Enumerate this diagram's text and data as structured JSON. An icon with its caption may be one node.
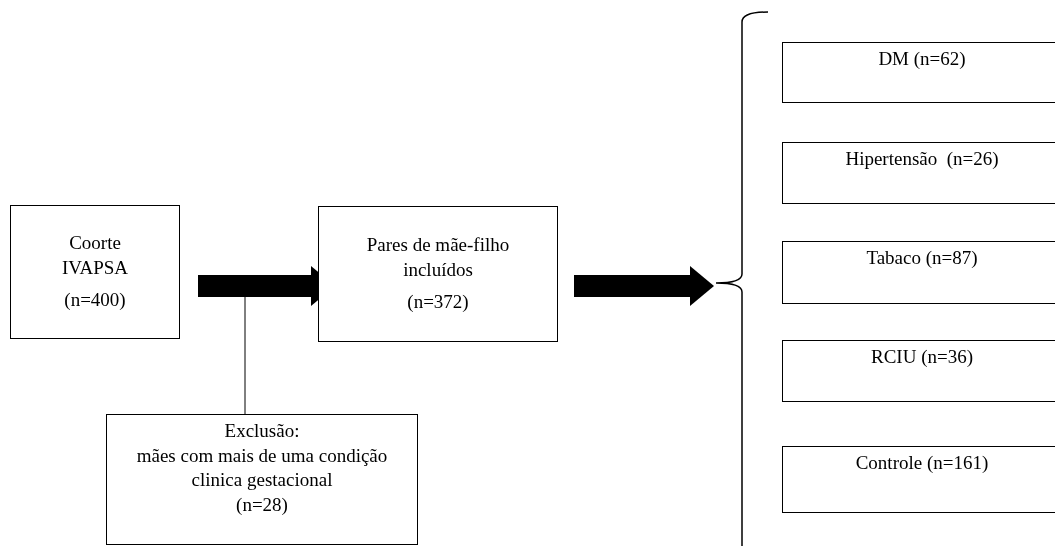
{
  "diagram": {
    "nodes": [
      {
        "text": [
          "Coorte IVAPSA",
          "(n=400)"
        ]
      },
      {
        "text": [
          "Pares de mãe-filho incluídos",
          "(n=372)"
        ]
      },
      {
        "text": [
          "Exclusão:",
          "mães com mais de uma condição clinica gestacional",
          "(n=28)"
        ]
      },
      {
        "text": [
          "DM (n=62)"
        ]
      },
      {
        "text": [
          "Hipertensão  (n=26)"
        ]
      },
      {
        "text": [
          "Tabaco (n=87)"
        ]
      },
      {
        "text": [
          "RCIU (n=36)"
        ]
      },
      {
        "text": [
          "Controle (n=161)"
        ]
      }
    ],
    "edges": [
      {
        "from": 0,
        "to": 1,
        "arrow": "to"
      },
      {
        "from": 1,
        "to": null,
        "arrow": "to"
      },
      {
        "from": 2,
        "to": null,
        "arrow": "none"
      }
    ]
  }
}
